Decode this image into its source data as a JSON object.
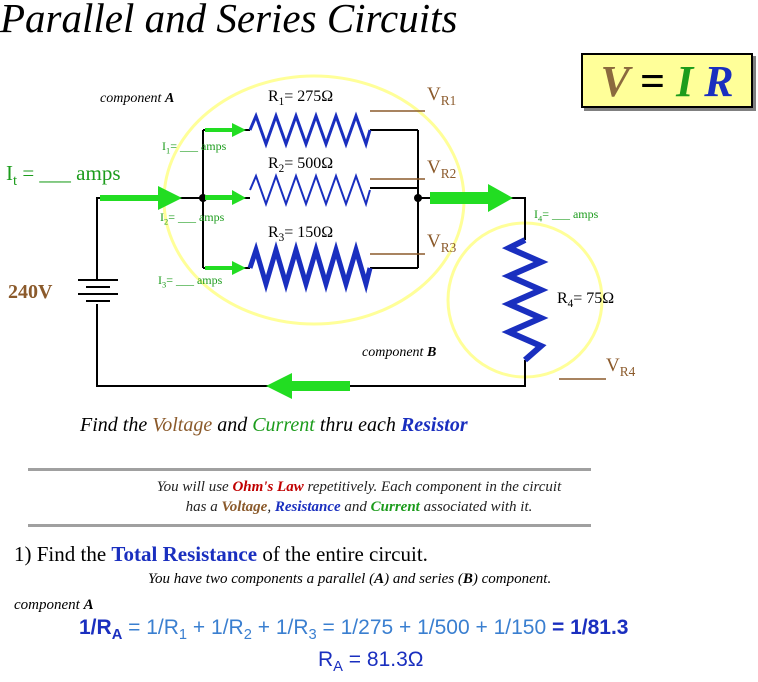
{
  "title": "Parallel and Series Circuits",
  "formula": {
    "v": "V",
    "eq": "=",
    "i": "I",
    "r": "R"
  },
  "circuit": {
    "component_a_label": "component",
    "component_a_letter": "A",
    "component_b_label": "component",
    "component_b_letter": "B",
    "it_label": "I",
    "it_sub": "t",
    "it_rest": " = ___ amps",
    "source_voltage": "240V",
    "r1": {
      "name": "R",
      "sub": "1",
      "value": "= 275Ω"
    },
    "r2": {
      "name": "R",
      "sub": "2",
      "value": "= 500Ω"
    },
    "r3": {
      "name": "R",
      "sub": "3",
      "value": "= 150Ω"
    },
    "r4": {
      "name": "R",
      "sub": "4",
      "value": "= 75Ω"
    },
    "i1": {
      "name": "I",
      "sub": "1",
      "rest": "= ___ amps"
    },
    "i2": {
      "name": "I",
      "sub": "2",
      "rest": "= ___ amps"
    },
    "i3": {
      "name": "I",
      "sub": "3",
      "rest": "= ___ amps"
    },
    "i4": {
      "name": "I",
      "sub": "4",
      "rest": "= ___ amps"
    },
    "vr1": {
      "blank": "____",
      "name": "V",
      "sub": "R1"
    },
    "vr2": {
      "blank": "____",
      "name": "V",
      "sub": "R2"
    },
    "vr3": {
      "blank": "____",
      "name": "V",
      "sub": "R3"
    },
    "vr4": {
      "blank": "____",
      "name": "V",
      "sub": "R4"
    }
  },
  "find_line": {
    "p1": "Find the ",
    "voltage": "Voltage",
    "p2": " and ",
    "current": "Current",
    "p3": " thru each ",
    "resistor": "Resistor"
  },
  "note": {
    "l1a": "You will use ",
    "ohms": "Ohm's Law",
    "l1b": " repetitively. Each component in the circuit",
    "l2a": "has a ",
    "voltage": "Voltage",
    "comma": ", ",
    "resistance": "Resistance",
    "and": " and ",
    "current": "Current",
    "l2b": " associated with it."
  },
  "step1": {
    "prefix": "1) Find the ",
    "highlight": "Total Resistance",
    "suffix": " of the entire circuit."
  },
  "step1_sub": {
    "a": "You have two components a parallel (",
    "A": "A",
    "b": ") and series (",
    "B": "B",
    "c": ") component."
  },
  "comp_a_label": {
    "text": "component ",
    "letter": "A"
  },
  "eq1": {
    "lhs": "1/R",
    "lhs_sub": "A",
    "eq": " = ",
    "t1": "1/R",
    "t1s": "1",
    "p1": " + ",
    "t2": "1/R",
    "t2s": "2",
    "p2": " + ",
    "t3": "1/R",
    "t3s": "3",
    "rest": " = 1/275 + 1/500 + 1/150 ",
    "eq2": "= 1/81.3"
  },
  "eq2": {
    "name": "R",
    "sub": "A",
    "rest": " = 81.3Ω"
  },
  "colors": {
    "green": "#1c9c1c",
    "brown": "#8b5a2b",
    "blue": "#1a2fbf",
    "red": "#c00000",
    "highlight_yellow": "#ffff99"
  }
}
